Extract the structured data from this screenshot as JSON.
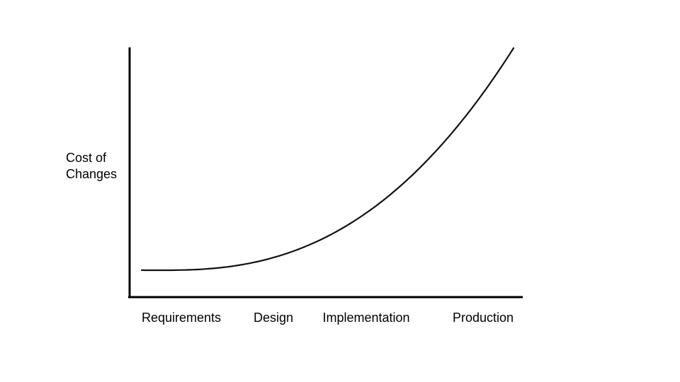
{
  "chart_data": {
    "type": "line",
    "title": "",
    "ylabel": "Cost of\nChanges",
    "xlabel": "",
    "categories": [
      "Requirements",
      "Design",
      "Implementation",
      "Production"
    ],
    "curve": "exponential",
    "line_color": "#111111",
    "axis_color": "#000000",
    "grid": false,
    "legend": "none"
  }
}
